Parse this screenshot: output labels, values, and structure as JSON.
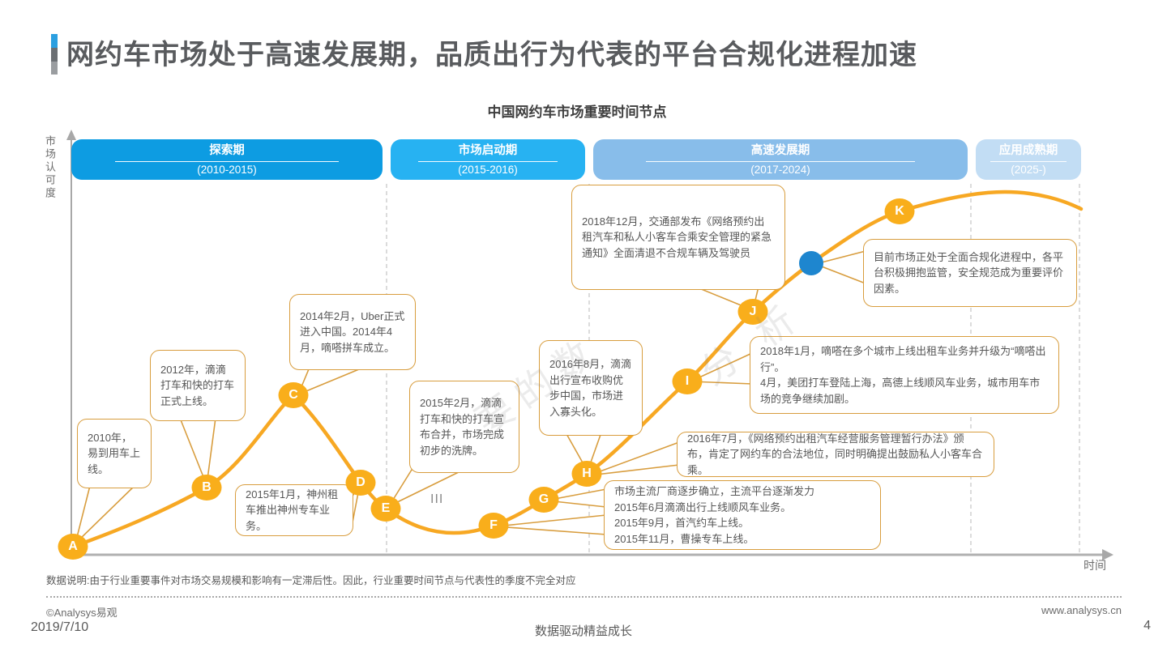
{
  "slide": {
    "title": "网约车市场处于高速发展期，品质出行为代表的平台合规化进程加速"
  },
  "chart_data": {
    "type": "line",
    "title": "中国网约车市场重要时间节点",
    "xlabel": "时间",
    "ylabel": "市场认可度",
    "grid": false,
    "curve_color": "#f7a823",
    "phases": [
      {
        "name": "探索期",
        "years": "(2010-2015)",
        "color": "#0d9ce2"
      },
      {
        "name": "市场启动期",
        "years": "(2015-2016)",
        "color": "#27b2f2"
      },
      {
        "name": "高速发展期",
        "years": "(2017-2024)",
        "color": "#88bdea"
      },
      {
        "name": "应用成熟期",
        "years": "(2025-)",
        "color": "#c2ddf4"
      }
    ],
    "milestones": [
      {
        "label": "A",
        "acceptance": 2
      },
      {
        "label": "B",
        "acceptance": 16
      },
      {
        "label": "C",
        "acceptance": 38
      },
      {
        "label": "D",
        "acceptance": 17
      },
      {
        "label": "E",
        "acceptance": 11
      },
      {
        "label": "F",
        "acceptance": 7
      },
      {
        "label": "G",
        "acceptance": 13
      },
      {
        "label": "H",
        "acceptance": 20
      },
      {
        "label": "I",
        "acceptance": 42
      },
      {
        "label": "J",
        "acceptance": 58
      },
      {
        "label": "K",
        "acceptance": 82
      }
    ],
    "current_point": {
      "label": "",
      "acceptance": 70,
      "color": "#1e86cf"
    },
    "roman_note": "III"
  },
  "callouts": {
    "a": {
      "text": "2010年，易到用车上线。"
    },
    "b": {
      "text": "2012年，滴滴打车和快的打车正式上线。"
    },
    "c": {
      "text": "2014年2月，Uber正式进入中国。2014年4月，嘀嗒拼车成立。"
    },
    "d": {
      "text": "2015年1月，神州租车推出神州专车业务。"
    },
    "e": {
      "text": "2015年2月，滴滴打车和快的打车宣布合并，市场完成初步的洗牌。"
    },
    "fg": {
      "text": "市场主流厂商逐步确立，主流平台逐渐发力\n2015年6月滴滴出行上线顺风车业务。\n2015年9月，首汽约车上线。\n2015年11月，曹操专车上线。"
    },
    "h_aug": {
      "text": "2016年8月，滴滴出行宣布收购优步中国，市场进入寡头化。"
    },
    "h_law": {
      "text": "2016年7月，《网络预约出租汽车经营服务管理暂行办法》颁布，肯定了网约车的合法地位，同时明确提出鼓励私人小客车合乘。"
    },
    "i": {
      "text": "2018年1月，嘀嗒在多个城市上线出租车业务并升级为“嘀嗒出行”。\n4月，美团打车登陆上海，高德上线顺风车业务，城市用车市场的竞争继续加剧。"
    },
    "j": {
      "text": "2018年12月，交通部发布《网络预约出租汽车和私人小客车合乘安全管理的紧急通知》全面清退不合规车辆及驾驶员"
    },
    "k": {
      "text": "目前市场正处于全面合规化进程中，各平台积极拥抱监管，安全规范成为重要评价因素。"
    }
  },
  "watermark_fragments": {
    "f1": "要的数",
    "f2": "分 析"
  },
  "footer": {
    "note": "数据说明:由于行业重要事件对市场交易规模和影响有一定滞后性。因此，行业重要时间节点与代表性的季度不完全对应",
    "copyright": "©Analysys易观",
    "website": "www.analysys.cn",
    "date": "2019/7/10",
    "slogan": "数据驱动精益成长",
    "page": "4"
  }
}
